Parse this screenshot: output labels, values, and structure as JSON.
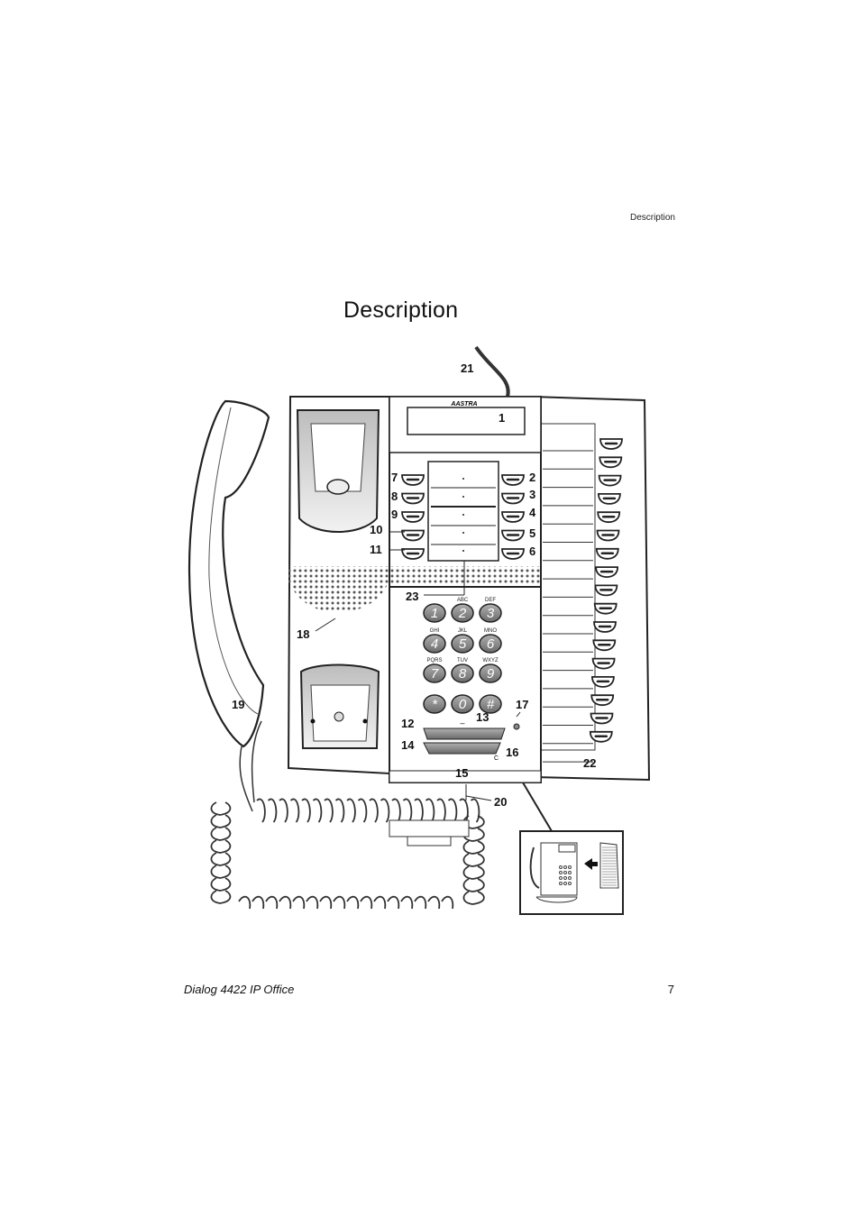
{
  "header": {
    "section": "Description"
  },
  "page_title": "Description",
  "figure": {
    "brand": "AASTRA",
    "callouts": [
      "1",
      "2",
      "3",
      "4",
      "5",
      "6",
      "7",
      "8",
      "9",
      "10",
      "11",
      "12",
      "13",
      "14",
      "15",
      "16",
      "17",
      "18",
      "19",
      "20",
      "21",
      "22",
      "23"
    ],
    "keypad": [
      {
        "digit": "1",
        "letters": ""
      },
      {
        "digit": "2",
        "letters": "ABC"
      },
      {
        "digit": "3",
        "letters": "DEF"
      },
      {
        "digit": "4",
        "letters": "GHI"
      },
      {
        "digit": "5",
        "letters": "JKL"
      },
      {
        "digit": "6",
        "letters": "MNO"
      },
      {
        "digit": "7",
        "letters": "PQRS"
      },
      {
        "digit": "8",
        "letters": "TUV"
      },
      {
        "digit": "9",
        "letters": "WXYZ"
      },
      {
        "digit": "*",
        "letters": ""
      },
      {
        "digit": "0",
        "letters": ""
      },
      {
        "digit": "#",
        "letters": ""
      }
    ],
    "volume_minus": "–",
    "clear_label": "C"
  },
  "footer": {
    "product": "Dialog 4422 IP Office",
    "page_number": "7"
  }
}
